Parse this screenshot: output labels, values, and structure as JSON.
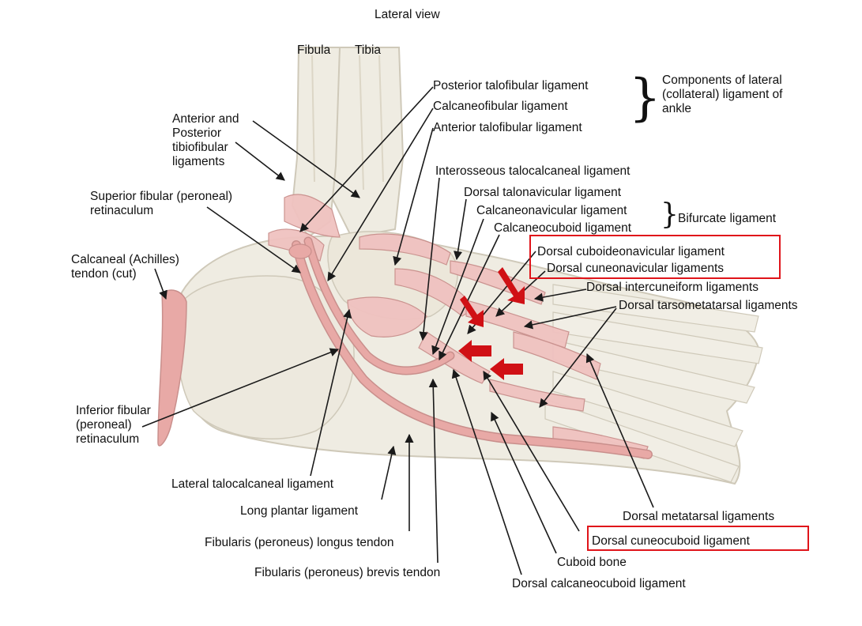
{
  "figure": {
    "title": "Lateral view",
    "colors": {
      "bone": "#efece2",
      "bone_shadow": "#cfc9b9",
      "ligament": "#f0c2c0",
      "ligament_edge": "#c98f8c",
      "tendon": "#e8a9a6",
      "ink": "#1a1a1a",
      "highlight": "#e0141a"
    },
    "bones": {
      "fibula": "Fibula",
      "tibia": "Tibia"
    },
    "labels": {
      "post_talofibular": "Posterior talofibular ligament",
      "calcaneofibular": "Calcaneofibular ligament",
      "ant_talofibular": "Anterior talofibular ligament",
      "lateral_components": "Components of lateral (collateral) ligament of ankle",
      "tibiofibular": "Anterior and Posterior tibiofibular ligaments",
      "sup_retinaculum": "Superior fibular (peroneal) retinaculum",
      "calcaneal_tendon": "Calcaneal (Achilles) tendon (cut)",
      "interosseous": "Interosseous talocalcaneal ligament",
      "dorsal_talonavicular": "Dorsal talonavicular ligament",
      "calcaneonavicular": "Calcaneonavicular ligament",
      "calcaneocuboid": "Calcaneocuboid ligament",
      "bifurcate": "Bifurcate ligament",
      "dorsal_cuboideonavicular": "Dorsal cuboideonavicular ligament",
      "dorsal_cuneonavicular": "Dorsal cuneonavicular ligaments",
      "dorsal_intercuneiform": "Dorsal intercuneiform ligaments",
      "dorsal_tarsometatarsal": "Dorsal tarsometatarsal ligaments",
      "inf_retinaculum": "Inferior fibular (peroneal) retinaculum",
      "lateral_talocalcaneal": "Lateral talocalcaneal ligament",
      "long_plantar": "Long plantar ligament",
      "longus_tendon": "Fibularis (peroneus) longus tendon",
      "brevis_tendon": "Fibularis (peroneus) brevis tendon",
      "dorsal_metatarsal": "Dorsal metatarsal ligaments",
      "dorsal_cuneocuboid": "Dorsal cuneocuboid ligament",
      "cuboid_bone": "Cuboid bone",
      "dorsal_calcaneocuboid": "Dorsal calcaneocuboid ligament"
    },
    "highlighted": [
      "Dorsal cuboideonavicular ligament",
      "Dorsal cuneonavicular ligaments",
      "Dorsal cuneocuboid ligament"
    ]
  }
}
